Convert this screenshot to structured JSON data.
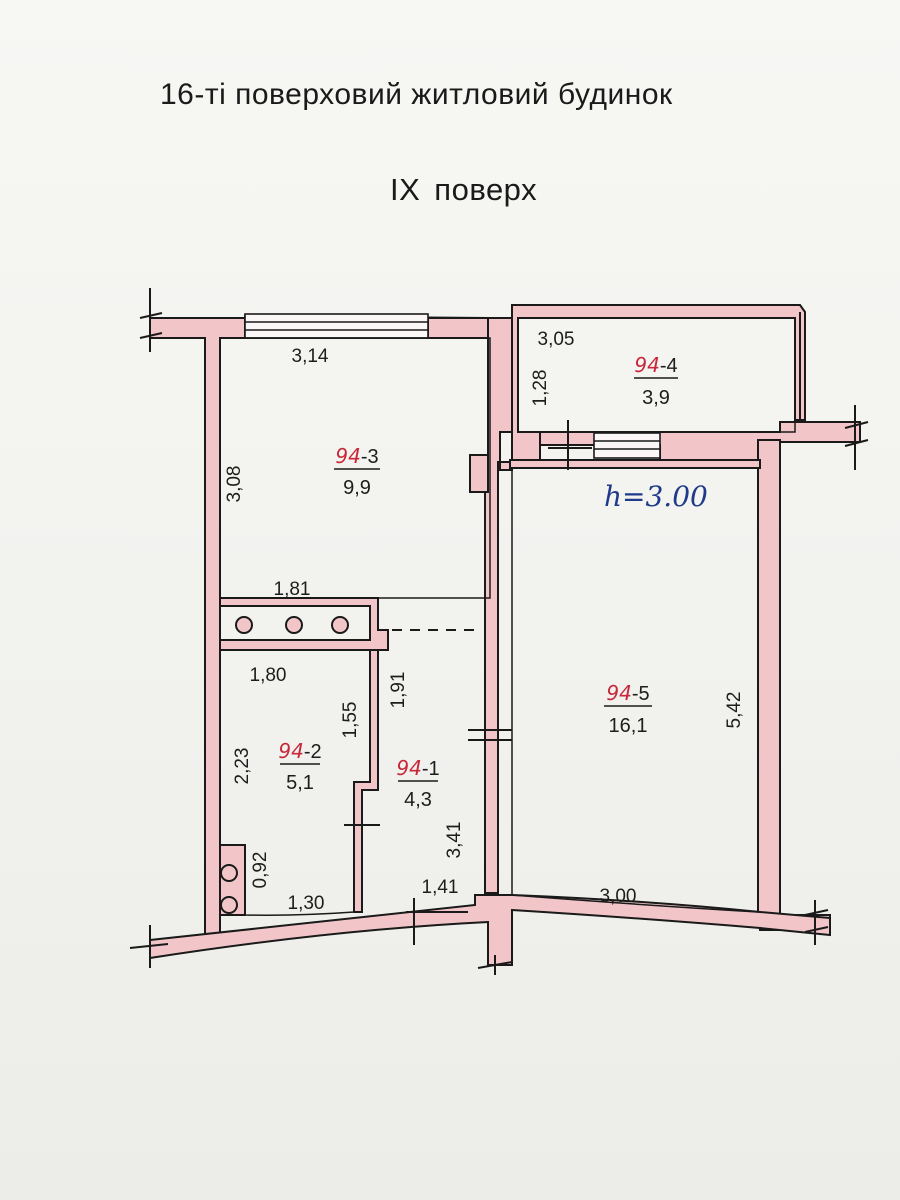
{
  "header": {
    "title": "16-ті поверховий житловий будинок",
    "floor_roman": "IX",
    "floor_word": "поверх"
  },
  "annotation": {
    "ceiling_height": "h=3.00"
  },
  "rooms": [
    {
      "id": "94-1",
      "prefix": "94",
      "suffix": "-1",
      "area": "4,3"
    },
    {
      "id": "94-2",
      "prefix": "94",
      "suffix": "-2",
      "area": "5,1"
    },
    {
      "id": "94-3",
      "prefix": "94",
      "suffix": "-3",
      "area": "9,9"
    },
    {
      "id": "94-4",
      "prefix": "94",
      "suffix": "-4",
      "area": "3,9"
    },
    {
      "id": "94-5",
      "prefix": "94",
      "suffix": "-5",
      "area": "16,1"
    }
  ],
  "dimensions": {
    "room3_width": "3,14",
    "room3_height": "3,08",
    "room3_bottom": "1,81",
    "room4_width": "3,05",
    "room4_depth": "1,28",
    "room2_width": "1,80",
    "room2_height": "2,23",
    "room2_inner": "1,55",
    "room2_niche": "0,92",
    "room2_bottom": "1,30",
    "hall_upper": "1,91",
    "hall_lower": "3,41",
    "hall_bottom": "1,41",
    "room5_height": "5,42",
    "room5_width": "3,00"
  },
  "colors": {
    "wall_fill": "#f2c6c9",
    "wall_stroke": "#1a1a1a",
    "room_number": "#c8283a",
    "handwriting": "#1f3a8a"
  }
}
